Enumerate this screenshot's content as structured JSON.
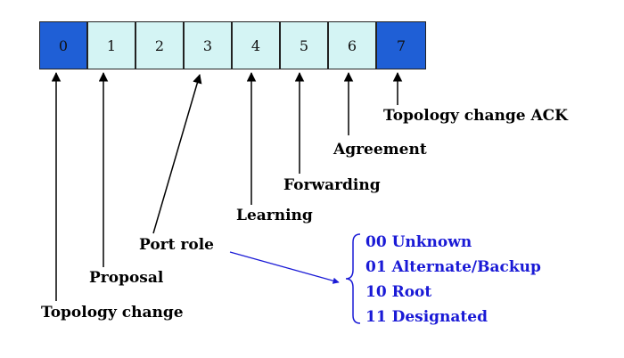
{
  "bits": [
    "0",
    "1",
    "2",
    "3",
    "4",
    "5",
    "6",
    "7"
  ],
  "labels": {
    "ack": "Topology change ACK",
    "agreement": "Agreement",
    "forwarding": "Forwarding",
    "learning": "Learning",
    "port_role": "Port role",
    "proposal": "Proposal",
    "topology_change": "Topology change"
  },
  "port_role_options": [
    "00 Unknown",
    "01 Alternate/Backup",
    "10 Root",
    "11 Designated"
  ],
  "colors": {
    "set_bit": "#1f5fd6",
    "plain_bit": "#d4f4f4",
    "options_text": "#1a1ad6"
  }
}
